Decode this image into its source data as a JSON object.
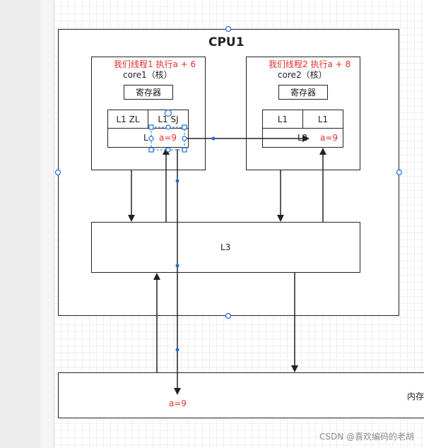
{
  "cpu": {
    "title": "CPU1"
  },
  "core1": {
    "task": "我们线程1 执行a + 6",
    "name": "core1（核）",
    "register": "寄存器",
    "l1a": "L1 ZL",
    "l1b": "L1 SJ",
    "l2": "L",
    "value": "a=9"
  },
  "core2": {
    "task": "我们线程2 执行a + 8",
    "name": "core2（核）",
    "register": "寄存器",
    "l1a": "L1",
    "l1b": "L1",
    "l2": "L2",
    "value": "a=9"
  },
  "l3": {
    "label": "L3"
  },
  "memory": {
    "label": "内存",
    "value": "a=9"
  },
  "watermark": "CSDN @喜欢编码的老胡",
  "colors": {
    "text_red": "#e0302a",
    "line": "#222222",
    "handle": "#1f6fd6"
  }
}
